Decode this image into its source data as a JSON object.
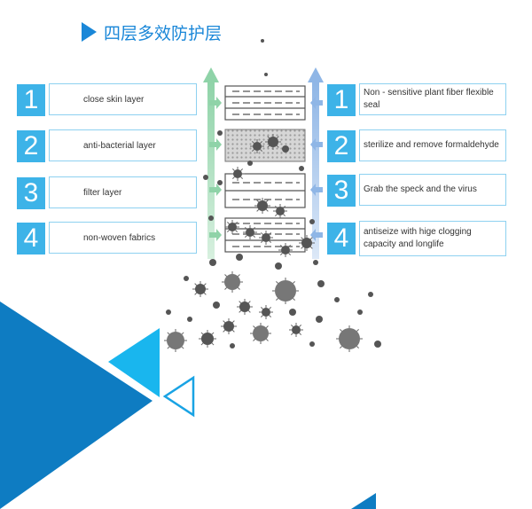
{
  "title": "四层多效防护层",
  "left_layers": [
    {
      "number": "1",
      "label": "close skin layer"
    },
    {
      "number": "2",
      "label": "anti-bacterial layer"
    },
    {
      "number": "3",
      "label": "filter layer"
    },
    {
      "number": "4",
      "label": "non-woven fabrics"
    }
  ],
  "right_layers": [
    {
      "number": "1",
      "label": "Non - sensitive plant fiber flexible seal"
    },
    {
      "number": "2",
      "label": "sterilize and remove formaldehyde"
    },
    {
      "number": "3",
      "label": "Grab the speck and the virus"
    },
    {
      "number": "4",
      "label": "antiseize with hige clogging capacity and longlife"
    }
  ],
  "colors": {
    "accent": "#1a87d8",
    "number_bg": "#3db3e8",
    "box_border": "#8ed1f0",
    "arrow_green": "#a8dcbc",
    "arrow_blue": "#9bbde6"
  }
}
